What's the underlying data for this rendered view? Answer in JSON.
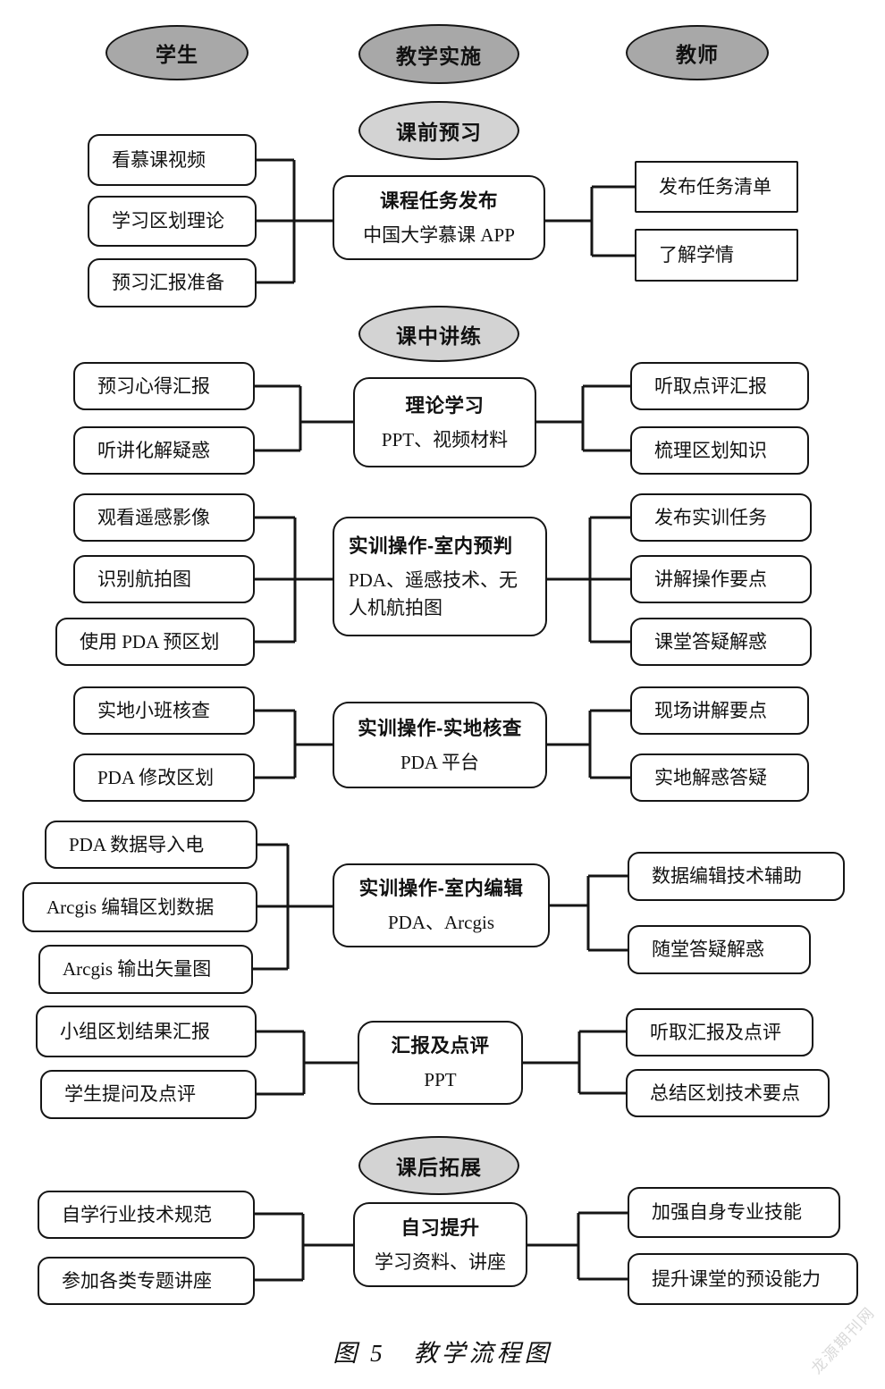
{
  "lanes": {
    "student": "学生",
    "implementation": "教学实施",
    "teacher": "教师"
  },
  "phase_labels": {
    "pre": "课前预习",
    "mid": "课中讲练",
    "post": "课后拓展"
  },
  "sections": [
    {
      "center": {
        "title": "课程任务发布",
        "subtitle": "中国大学慕课 APP"
      },
      "student": [
        "看慕课视频",
        "学习区划理论",
        "预习汇报准备"
      ],
      "teacher": [
        "发布任务清单",
        "了解学情"
      ]
    },
    {
      "center": {
        "title": "理论学习",
        "subtitle": "PPT、视频材料"
      },
      "student": [
        "预习心得汇报",
        "听讲化解疑惑"
      ],
      "teacher": [
        "听取点评汇报",
        "梳理区划知识"
      ]
    },
    {
      "center": {
        "title": "实训操作-室内预判",
        "subtitle": "PDA、遥感技术、无人机航拍图"
      },
      "student": [
        "观看遥感影像",
        "识别航拍图",
        "使用 PDA 预区划"
      ],
      "teacher": [
        "发布实训任务",
        "讲解操作要点",
        "课堂答疑解惑"
      ]
    },
    {
      "center": {
        "title": "实训操作-实地核查",
        "subtitle": "PDA 平台"
      },
      "student": [
        "实地小班核查",
        "PDA 修改区划"
      ],
      "teacher": [
        "现场讲解要点",
        "实地解惑答疑"
      ]
    },
    {
      "center": {
        "title": "实训操作-室内编辑",
        "subtitle": "PDA、Arcgis"
      },
      "student": [
        "PDA 数据导入电",
        "Arcgis 编辑区划数据",
        "Arcgis 输出矢量图"
      ],
      "teacher": [
        "数据编辑技术辅助",
        "随堂答疑解惑"
      ]
    },
    {
      "center": {
        "title": "汇报及点评",
        "subtitle": "PPT"
      },
      "student": [
        "小组区划结果汇报",
        "学生提问及点评"
      ],
      "teacher": [
        "听取汇报及点评",
        "总结区划技术要点"
      ]
    },
    {
      "center": {
        "title": "自习提升",
        "subtitle": "学习资料、讲座"
      },
      "student": [
        "自学行业技术规范",
        "参加各类专题讲座"
      ],
      "teacher": [
        "加强自身专业技能",
        "提升课堂的预设能力"
      ]
    }
  ],
  "caption": "图 5　教学流程图",
  "watermark": "龙源期刊网",
  "colors": {
    "lane_fill": "#a8a8a8",
    "phase_fill": "#d3d3d3",
    "line": "#111111"
  }
}
